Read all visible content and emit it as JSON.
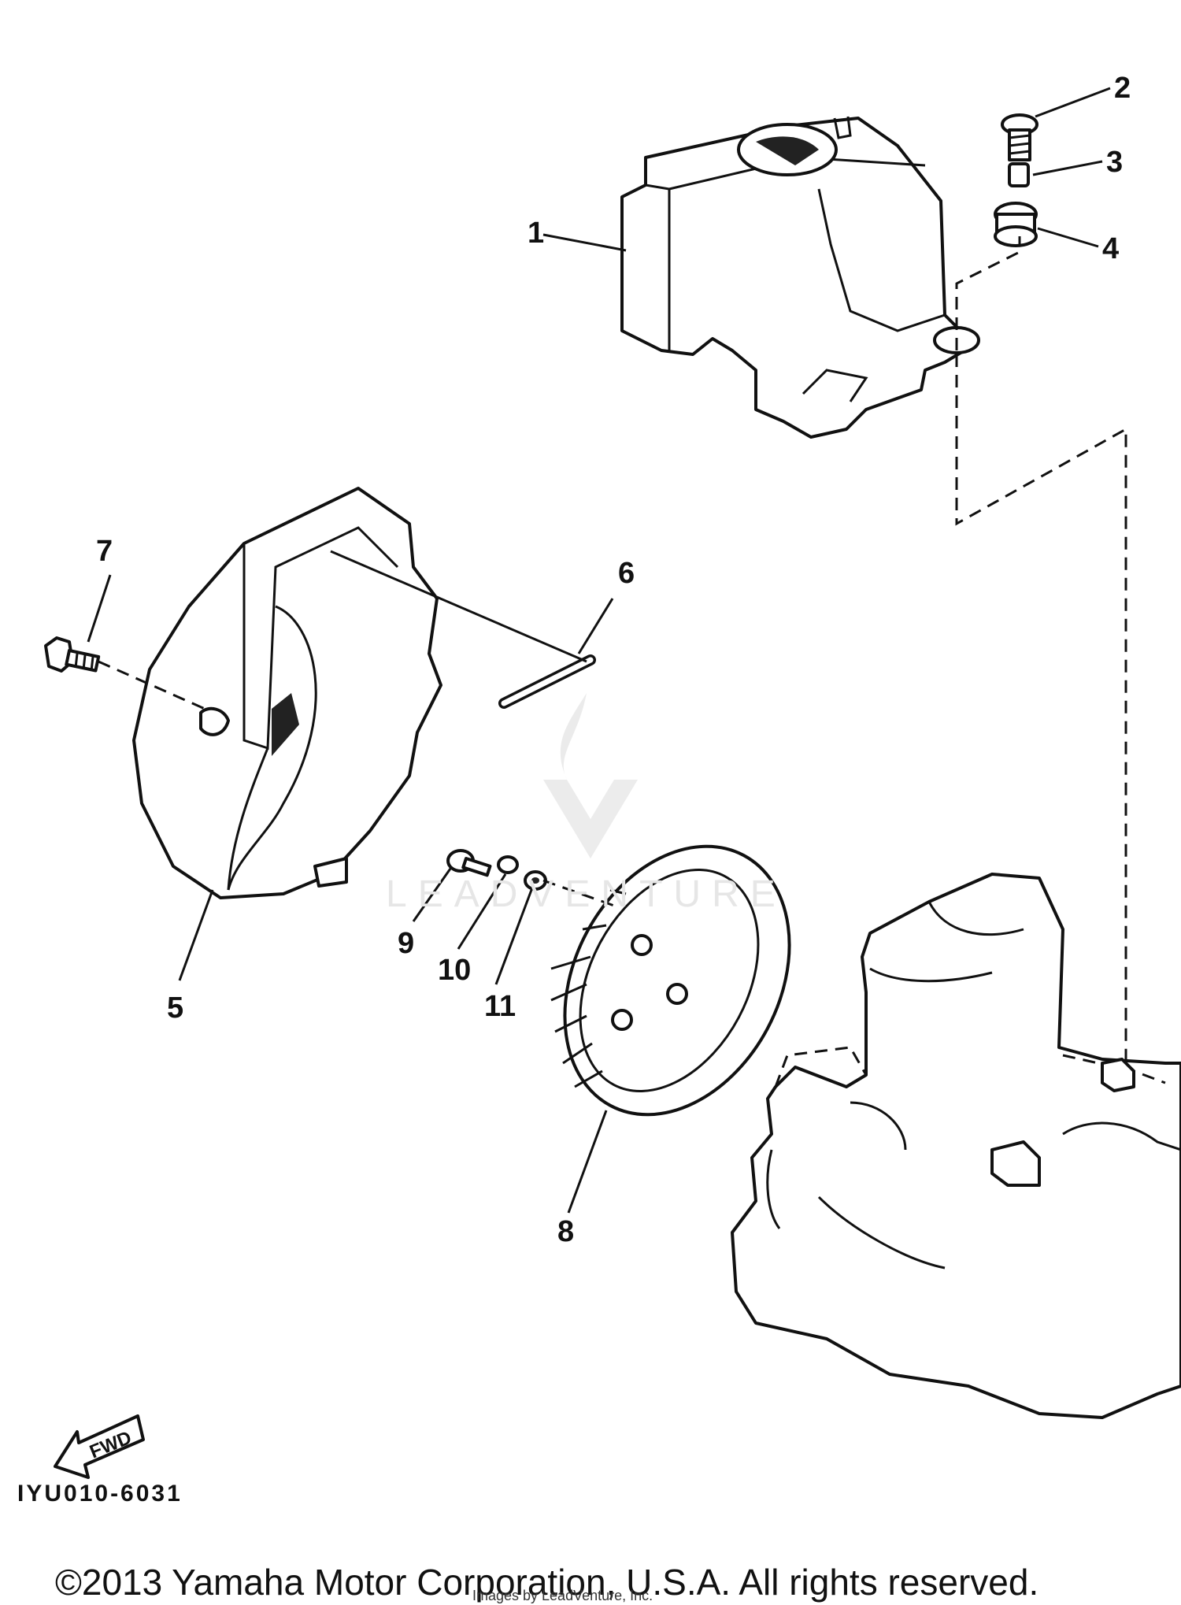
{
  "diagram": {
    "part_labels": [
      "1",
      "2",
      "3",
      "4",
      "5",
      "6",
      "7",
      "8",
      "9",
      "10",
      "11"
    ],
    "direction_label": "FWD",
    "diagram_code": "IYU010-6031",
    "watermark": "LEADVENTURE",
    "credit": "Images by LeadVenture, Inc.",
    "copyright": "©2013 Yamaha Motor Corporation, U.S.A. All rights reserved."
  }
}
